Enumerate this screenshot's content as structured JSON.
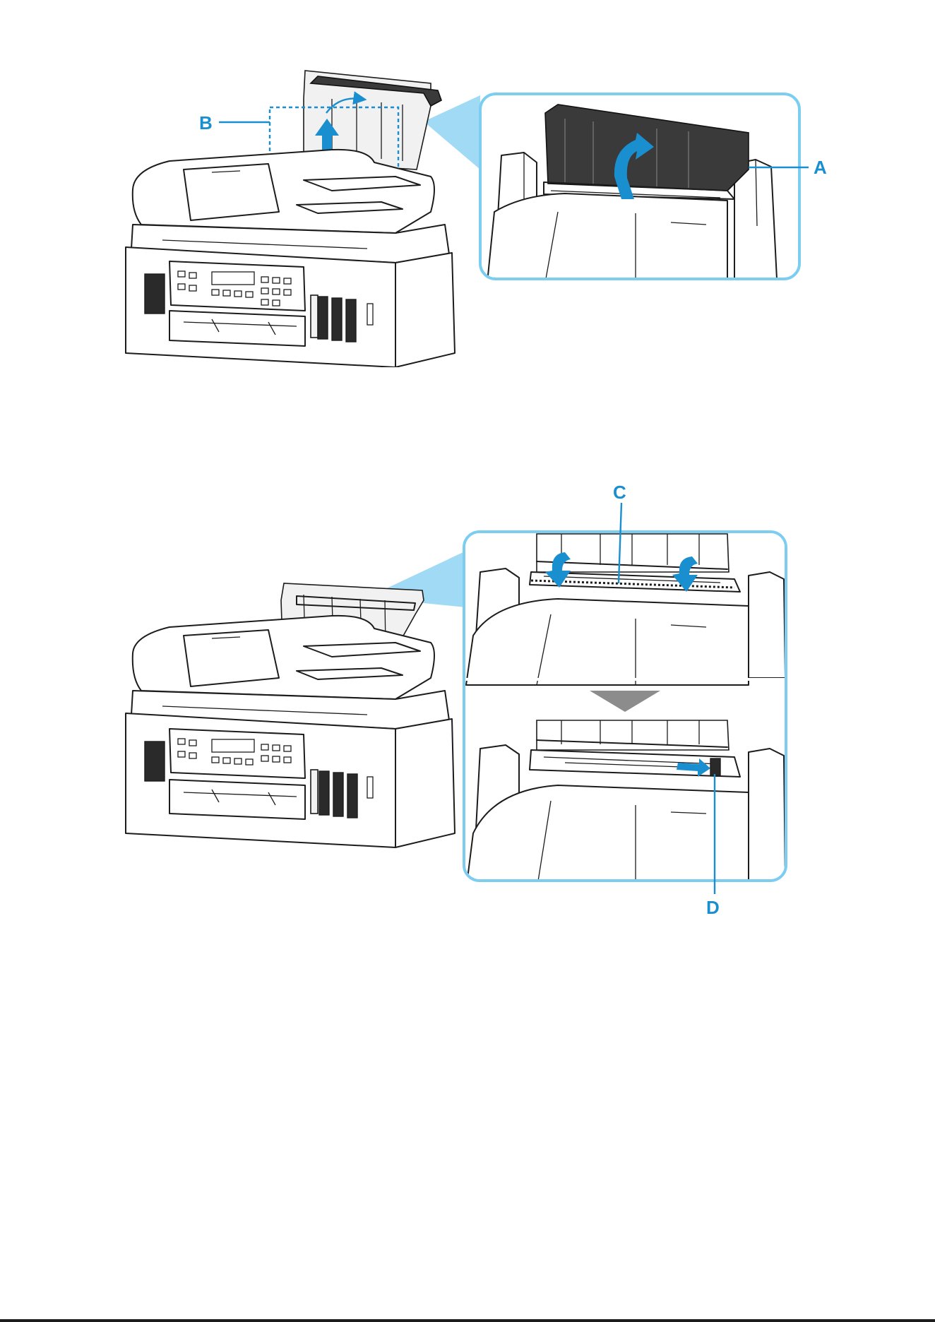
{
  "figure1": {
    "callouts": {
      "a": "A",
      "b": "B"
    }
  },
  "figure2": {
    "callouts": {
      "c": "C",
      "d": "D"
    }
  },
  "colors": {
    "accent": "#1a8fd0",
    "zoom_frame": "#7ccdf0",
    "line": "#1c1c1c"
  }
}
